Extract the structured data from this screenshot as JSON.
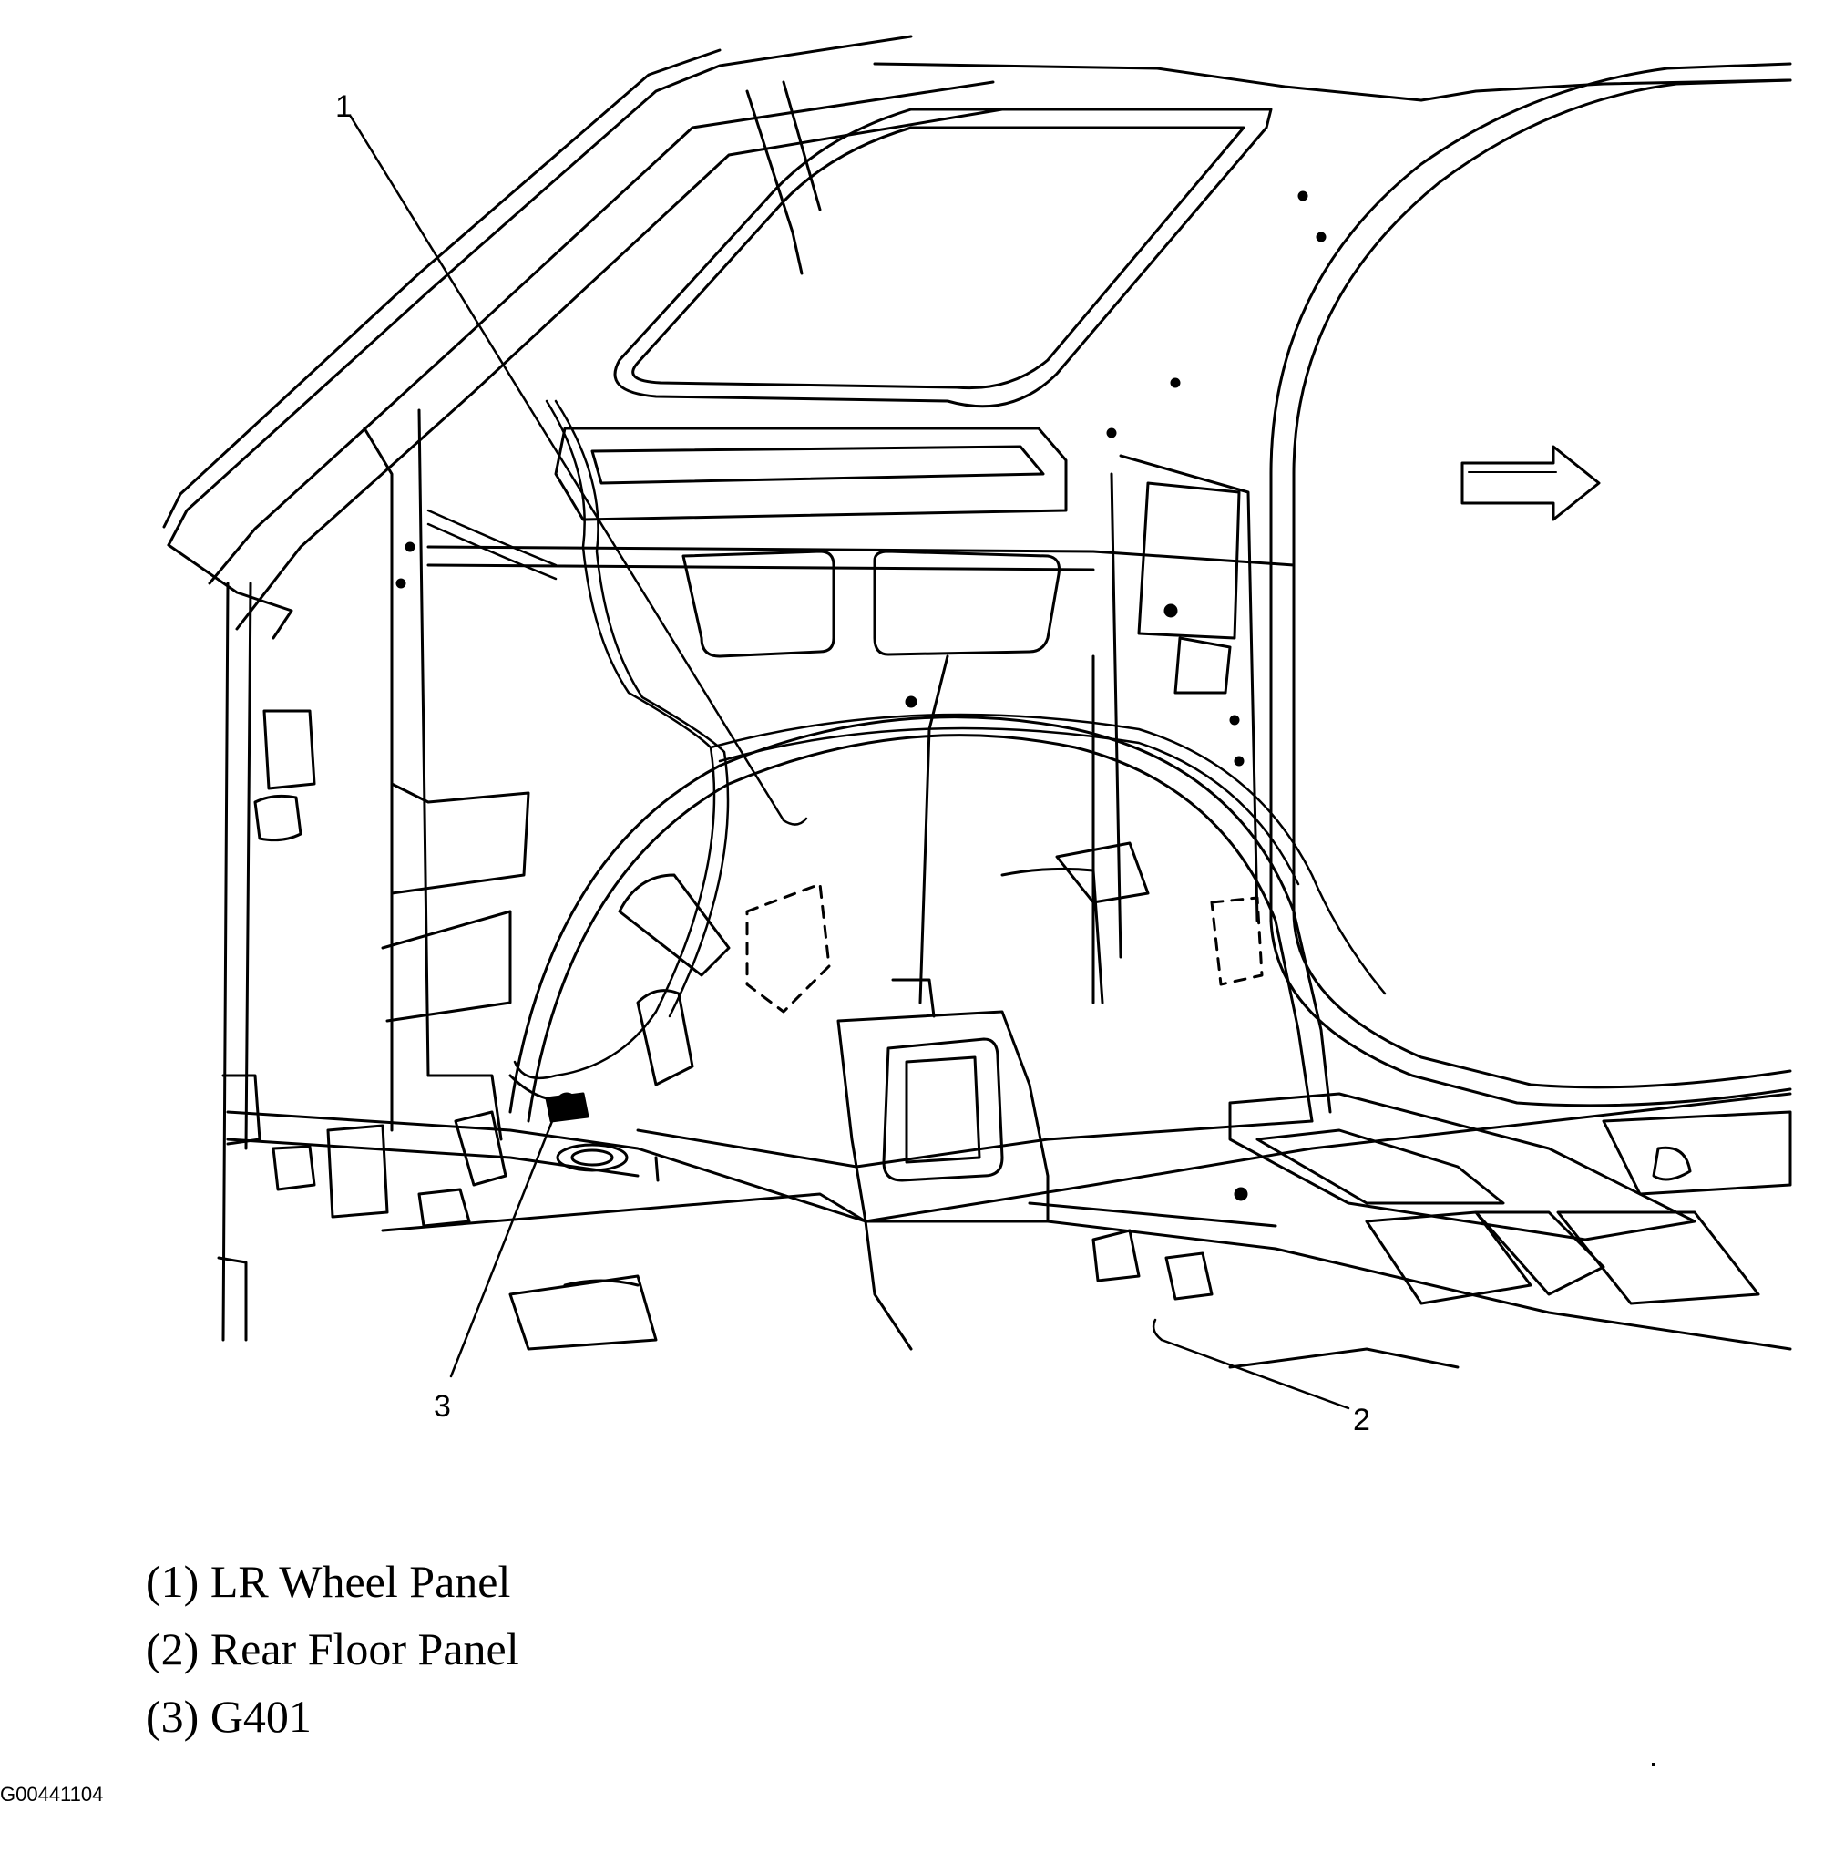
{
  "callouts": [
    {
      "id": "1",
      "label": "1"
    },
    {
      "id": "2",
      "label": "2"
    },
    {
      "id": "3",
      "label": "3"
    }
  ],
  "legend": [
    {
      "num": "(1)",
      "text": "LR Wheel Panel"
    },
    {
      "num": "(2)",
      "text": "Rear Floor Panel"
    },
    {
      "num": "(3)",
      "text": "G401"
    }
  ],
  "figure_id": "G00441104",
  "direction_arrow": "arrow-right-icon"
}
